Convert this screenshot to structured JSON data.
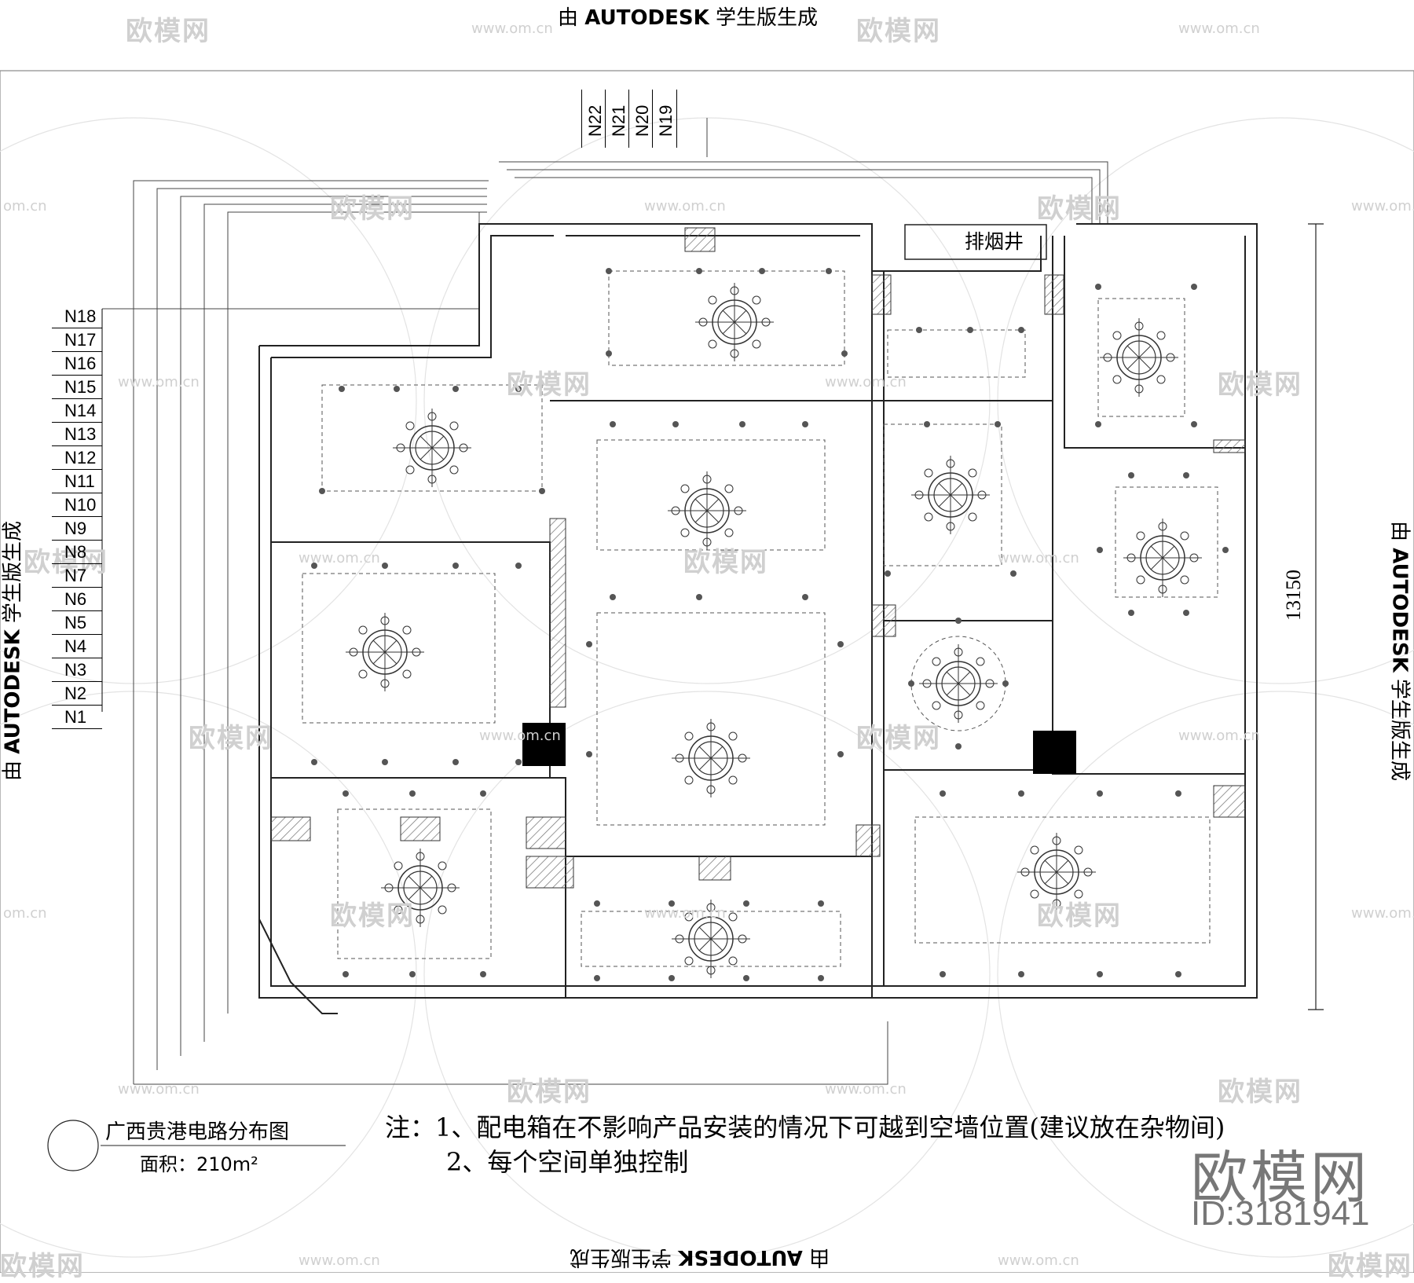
{
  "stamps": {
    "prefix": "由",
    "brand": "AUTODESK",
    "suffix": "学生版生成"
  },
  "watermarks": {
    "site_name": "欧模网",
    "site_url": "www.om.cn",
    "url_short": "om.cn"
  },
  "circuits_left": [
    "N18",
    "N17",
    "N16",
    "N15",
    "N14",
    "N13",
    "N12",
    "N11",
    "N10",
    "N9",
    "N8",
    "N7",
    "N6",
    "N5",
    "N4",
    "N3",
    "N2",
    "N1"
  ],
  "circuits_top": [
    "N22",
    "N21",
    "N20",
    "N19"
  ],
  "plan": {
    "shaft_label": "排烟井",
    "dimension": "13150"
  },
  "title_block": {
    "title": "广西贵港电路分布图",
    "area_label": "面积：210m²"
  },
  "notes": {
    "line1": "注：1、配电箱在不影响产品安装的情况下可越到空墙位置(建议放在杂物间)",
    "line2": "2、每个空间单独控制"
  },
  "logo": {
    "text": "欧模网",
    "id": "ID:3181941"
  }
}
